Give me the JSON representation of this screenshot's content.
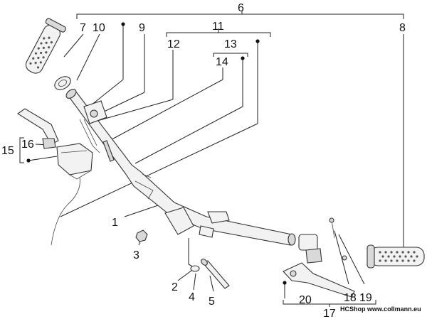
{
  "labels": {
    "l1": "1",
    "l2": "2",
    "l3": "3",
    "l4": "4",
    "l5": "5",
    "l6": "6",
    "l7": "7",
    "l8": "8",
    "l9": "9",
    "l10": "10",
    "l11": "11",
    "l12": "12",
    "l13": "13",
    "l14": "14",
    "l15": "15",
    "l16": "16",
    "l17": "17",
    "l18": "18",
    "l19": "19",
    "l20": "20"
  },
  "watermark": "HCShop www.collmann.eu"
}
